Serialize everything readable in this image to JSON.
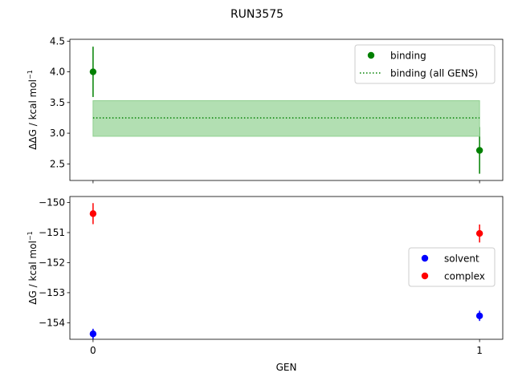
{
  "figure": {
    "title": "RUN3575"
  },
  "chart_data": [
    {
      "type": "scatter",
      "ylabel": {
        "main": "ΔΔG / kcal mol",
        "sup": "−1"
      },
      "xlim": [
        -0.06,
        1.06
      ],
      "ylim": [
        2.23,
        4.53
      ],
      "yticks": [
        2.5,
        3.0,
        3.5,
        4.0,
        4.5
      ],
      "yticklabels": [
        "2.5",
        "3.0",
        "3.5",
        "4.0",
        "4.5"
      ],
      "xticks": [
        0,
        1
      ],
      "show_xticklabels": false,
      "grid": false,
      "legend_position": "upper-right",
      "series": [
        {
          "name": "binding",
          "kind": "errorbar-points",
          "color": "#008000",
          "x": [
            0,
            1
          ],
          "y": [
            4.0,
            2.72
          ],
          "err": [
            0.41,
            0.38
          ]
        },
        {
          "name": "binding (all GENS)",
          "kind": "hline-band",
          "color": "#008000",
          "y": 3.25,
          "band": [
            2.95,
            3.53
          ],
          "band_color": "#b2dfb2"
        }
      ]
    },
    {
      "type": "scatter",
      "ylabel": {
        "main": "ΔG / kcal mol",
        "sup": "−1"
      },
      "xlabel": "GEN",
      "xlim": [
        -0.06,
        1.06
      ],
      "ylim": [
        -154.55,
        -149.8
      ],
      "yticks": [
        -154,
        -153,
        -152,
        -151,
        -150
      ],
      "yticklabels": [
        "−154",
        "−153",
        "−152",
        "−151",
        "−150"
      ],
      "xticks": [
        0,
        1
      ],
      "xticklabels": [
        "0",
        "1"
      ],
      "grid": false,
      "legend_position": "center-right",
      "series": [
        {
          "name": "solvent",
          "kind": "errorbar-points",
          "color": "#0000ff",
          "x": [
            0,
            1
          ],
          "y": [
            -154.37,
            -153.77
          ],
          "err": [
            0.17,
            0.17
          ]
        },
        {
          "name": "complex",
          "kind": "errorbar-points",
          "color": "#ff0000",
          "x": [
            0,
            1
          ],
          "y": [
            -150.37,
            -151.03
          ],
          "err": [
            0.35,
            0.3
          ]
        }
      ]
    }
  ]
}
